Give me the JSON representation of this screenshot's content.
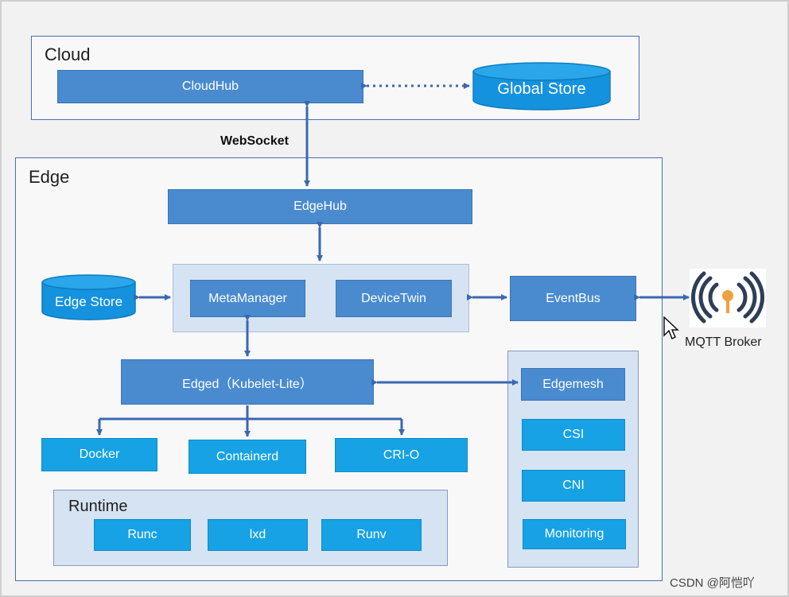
{
  "cloud": {
    "title": "Cloud",
    "cloudhub": "CloudHub",
    "global_store": "Global Store",
    "websocket": "WebSocket"
  },
  "edge": {
    "title": "Edge",
    "edgehub": "EdgeHub",
    "edge_store": "Edge Store",
    "metamanager": "MetaManager",
    "devicetwin": "DeviceTwin",
    "eventbus": "EventBus",
    "edged": "Edged（Kubelet-Lite）",
    "docker": "Docker",
    "containerd": "Containerd",
    "crio": "CRI-O",
    "runtime": {
      "title": "Runtime",
      "items": [
        "Runc",
        "lxd",
        "Runv"
      ]
    },
    "side": {
      "items": [
        "Edgemesh",
        "CSI",
        "CNI",
        "Monitoring"
      ]
    }
  },
  "mqtt": {
    "label": "MQTT Broker"
  },
  "watermark": "CSDN @阿恺吖",
  "colors": {
    "box_blue": "#4a8bd0",
    "box_cyan": "#16a2e4",
    "panel": "#d6e3f2",
    "arrow": "#3a68b0"
  }
}
